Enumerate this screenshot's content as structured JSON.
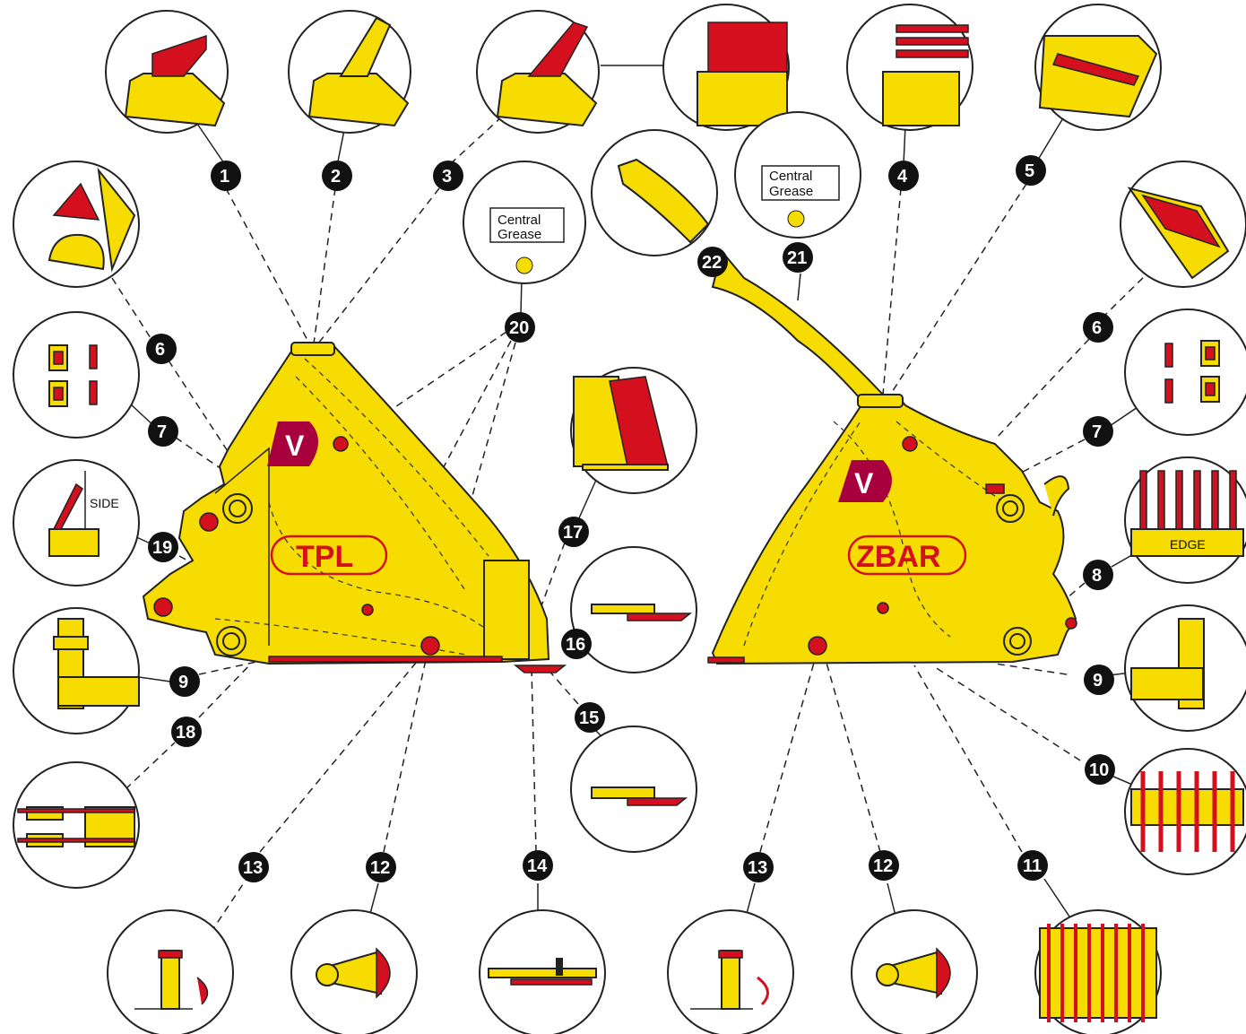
{
  "colors": {
    "body": "#f6dc00",
    "accent": "#d4101e",
    "outline": "#222222"
  },
  "buckets": {
    "left_model": "TPL",
    "right_model": "ZBAR",
    "logo_letter": "V"
  },
  "labels": {
    "central_grease_line1": "Central",
    "central_grease_line2": "Grease",
    "side": "SIDE",
    "edge": "EDGE"
  },
  "callouts": [
    "1",
    "2",
    "3",
    "4",
    "5",
    "6",
    "7",
    "8",
    "9",
    "10",
    "11",
    "12",
    "13",
    "14",
    "15",
    "16",
    "17",
    "18",
    "19",
    "20",
    "21",
    "22"
  ]
}
